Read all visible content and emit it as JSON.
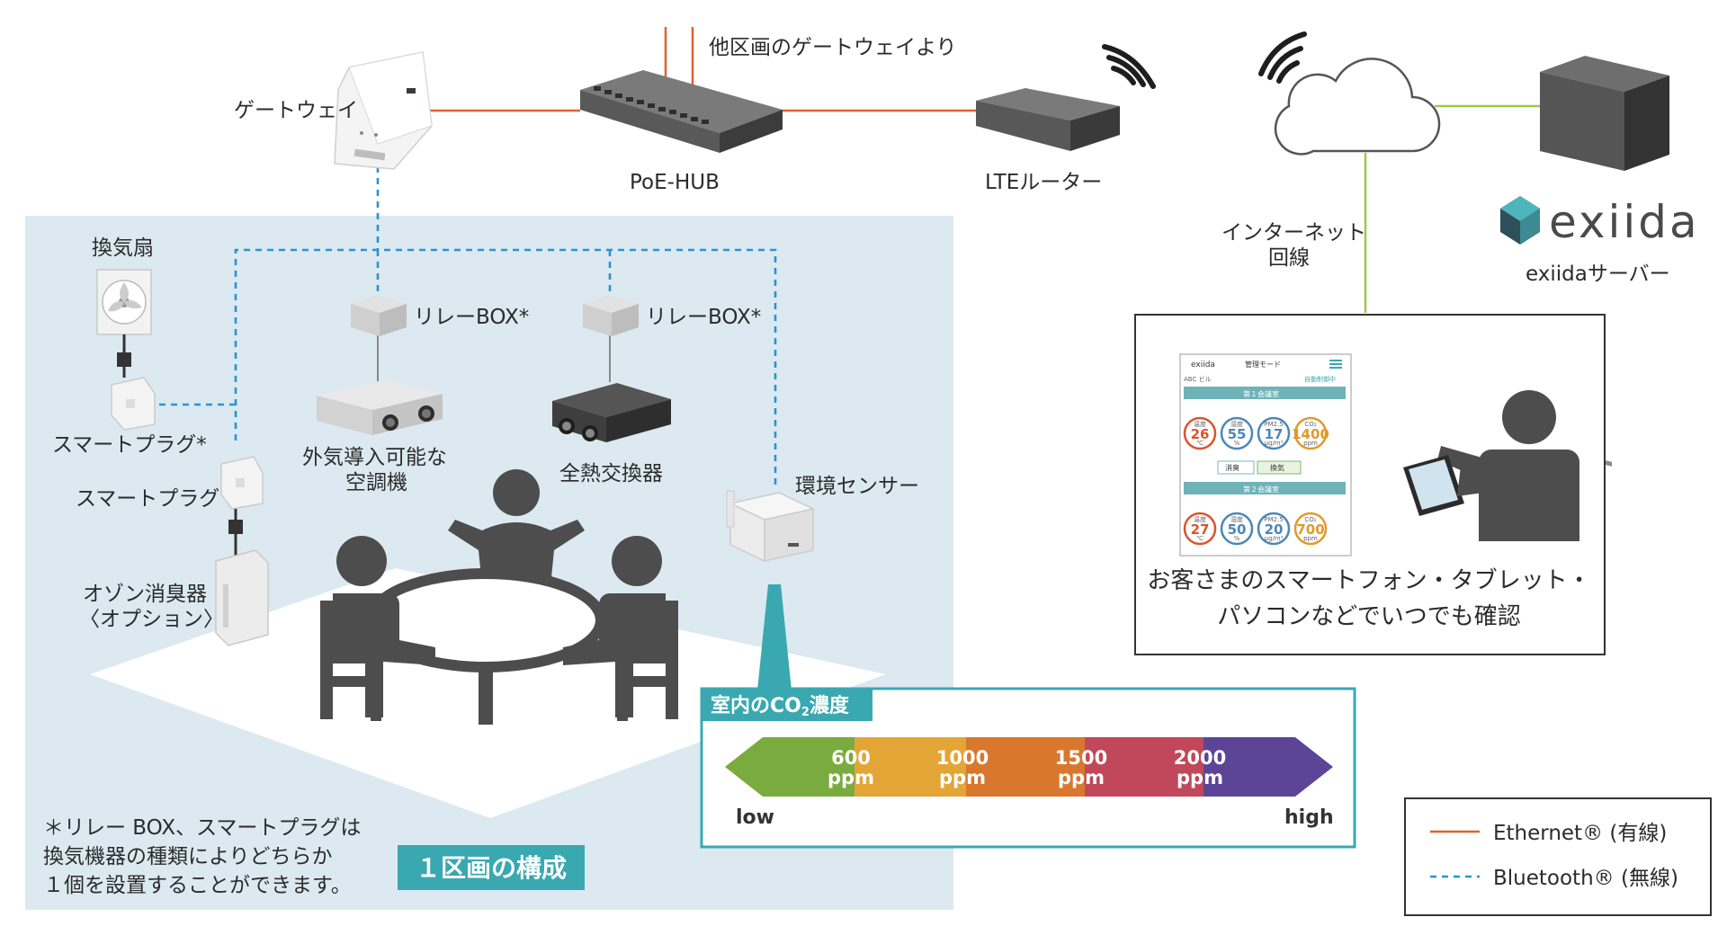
{
  "labels": {
    "gateway": "ゲートウェイ",
    "from_other_gateway": "他区画のゲートウェイより",
    "poe_hub": "PoE-HUB",
    "lte_router": "LTEルーター",
    "internet_line_1": "インターネット",
    "internet_line_2": "回線",
    "server_brand": "exiida",
    "server": "exiidaサーバー",
    "fan": "換気扇",
    "smart_plug_star": "スマートプラグ*",
    "smart_plug": "スマートプラグ",
    "relay_box_1": "リレーBOX*",
    "relay_box_2": "リレーBOX*",
    "ac_unit_1": "外気導入可能な",
    "ac_unit_2": "空調機",
    "heat_exchanger": "全熱交換器",
    "env_sensor": "環境センサー",
    "ozone_1": "オゾン消臭器",
    "ozone_2": "〈オプション〉",
    "check_1": "お客さまのスマートフォン・タブレット・",
    "check_2": "パソコンなどでいつでも確認",
    "note_1": "＊リレー BOX、スマートプラグは",
    "note_2": "換気機器の種類によりどちらか",
    "note_3": "１個を設置することができます。",
    "section_title": "１区画の構成"
  },
  "co2_scale": {
    "title_prefix": "室内のCO",
    "title_sub": "2",
    "title_suffix": "濃度",
    "low": "low",
    "high": "high",
    "unit": "ppm",
    "ticks": [
      "600",
      "1000",
      "1500",
      "2000"
    ],
    "colors": [
      "#7aab3e",
      "#e3a536",
      "#d9772f",
      "#c0485a",
      "#5c4597"
    ]
  },
  "legend": {
    "ethernet": "Ethernet® (有線)",
    "bluetooth": "Bluetooth® (無線)"
  },
  "app_screen": {
    "brand": "exiida",
    "mode": "管理モード",
    "building": "ABC ビル",
    "auto": "自動制御中",
    "room1": "第１会議室",
    "room2": "第２会議室",
    "gauge_labels": [
      "温度",
      "湿度",
      "PM2.5",
      "CO₂"
    ],
    "room1_values": [
      "26",
      "55",
      "17",
      "1400"
    ],
    "room2_values": [
      "27",
      "50",
      "20",
      "700"
    ],
    "gauge_units": [
      "℃",
      "%",
      "μg/m³",
      "ppm"
    ],
    "btn_deodorize": "消臭",
    "btn_ventilate": "換気"
  },
  "colors": {
    "ethernet": "#e0622b",
    "bluetooth": "#2a94d3",
    "internet": "#9cc84a",
    "room_bg": "#dce9f1",
    "teal": "#3aa8b0"
  }
}
